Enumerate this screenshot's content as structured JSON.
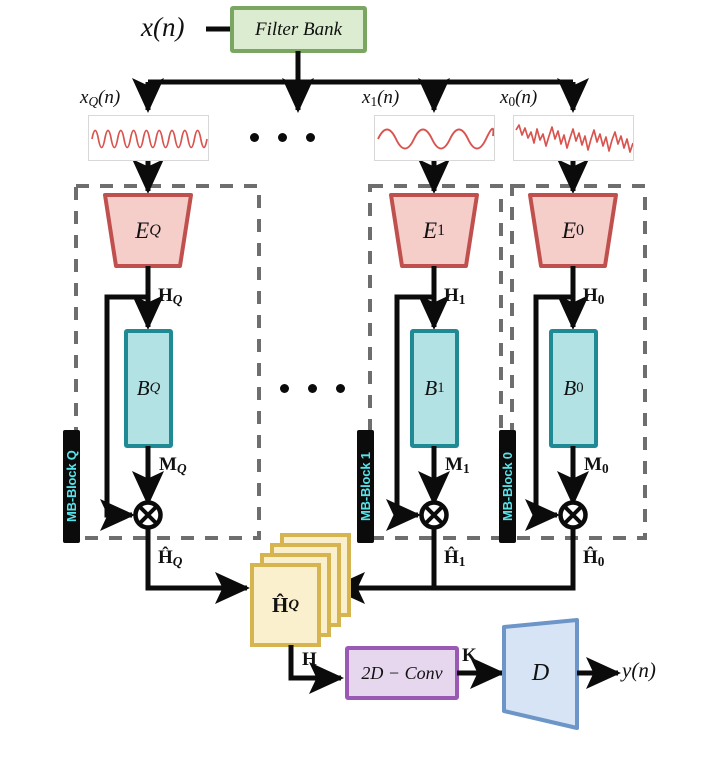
{
  "diagram": {
    "title": "Filter-bank multi-band encoder-decoder architecture",
    "input_label": "x(n)",
    "output_label": "y(n)",
    "filter_bank": {
      "label": "Filter Bank",
      "fill": "#dcecd0",
      "stroke": "#7aa661"
    },
    "conv": {
      "label": "2D − Conv",
      "fill": "#e6d7ef",
      "stroke": "#9b59b6"
    },
    "decoder": {
      "label": "D",
      "fill": "#d6e4f5",
      "stroke": "#6d95c8"
    },
    "stack": {
      "label": "Ĥ",
      "sub": "Q",
      "fill": "#fbf0cd",
      "stroke": "#d4b košt"
    },
    "colors": {
      "encoder_fill": "#f5cdc9",
      "encoder_stroke": "#c0504d",
      "mask_fill": "#b3e2e4",
      "mask_stroke": "#1f8a93",
      "stack_fill": "#fbf0cd",
      "stack_stroke": "#d6b450",
      "conv_fill": "#e6d7ef",
      "conv_stroke": "#9b59b6",
      "decoder_fill": "#d6e4f5",
      "decoder_stroke": "#6d95c8",
      "filterbank_fill": "#dcecd0",
      "filterbank_stroke": "#7aa661",
      "signal_trace": "#d9534f",
      "dashed_border": "#6e6e6e",
      "line": "#0b0b0b",
      "mb_tag_bg": "#0b0b0b",
      "mb_tag_text": "#57e3ea"
    },
    "branches": [
      {
        "id": "Q",
        "signal_label": "x",
        "signal_sub": "Q",
        "signal_suffix": "(n)",
        "encoder_label": "E",
        "encoder_sub": "Q",
        "latent_label": "H",
        "latent_sub": "Q",
        "mask_block_label": "B",
        "mask_block_sub": "Q",
        "mask_label": "M",
        "mask_sub": "Q",
        "output_label": "Ĥ",
        "output_sub": "Q",
        "mb_tag": "MB-Block Q",
        "waveform": "high-frequency-sine"
      },
      {
        "id": "1",
        "signal_label": "x",
        "signal_sub": "1",
        "signal_suffix": "(n)",
        "encoder_label": "E",
        "encoder_sub": "1",
        "latent_label": "H",
        "latent_sub": "1",
        "mask_block_label": "B",
        "mask_block_sub": "1",
        "mask_label": "M",
        "mask_sub": "1",
        "output_label": "Ĥ",
        "output_sub": "1",
        "mb_tag": "MB-Block 1",
        "waveform": "low-frequency-sine"
      },
      {
        "id": "0",
        "signal_label": "x",
        "signal_sub": "0",
        "signal_suffix": "(n)",
        "encoder_label": "E",
        "encoder_sub": "0",
        "latent_label": "H",
        "latent_sub": "0",
        "mask_block_label": "B",
        "mask_block_sub": "0",
        "mask_label": "M",
        "mask_sub": "0",
        "output_label": "Ĥ",
        "output_sub": "0",
        "mb_tag": "MB-Block 0",
        "waveform": "noisy-broadband"
      }
    ],
    "bus_label_H": "H",
    "bus_label_K": "K",
    "ellipsis_count": 3,
    "multiply_symbol": "⊗"
  }
}
